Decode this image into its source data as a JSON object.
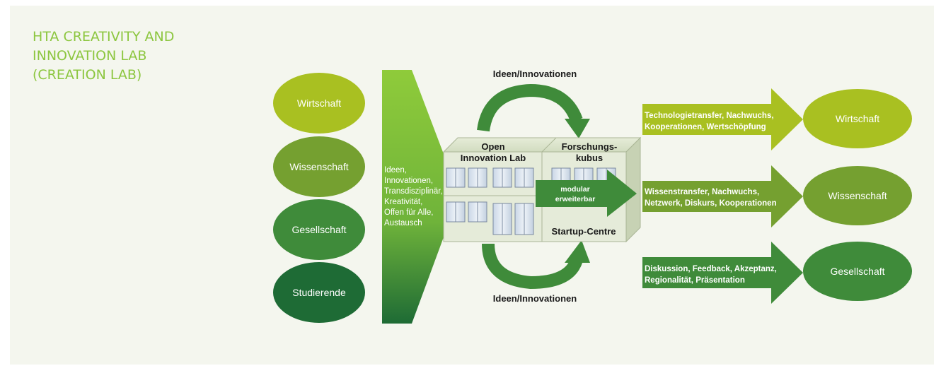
{
  "title_lines": [
    "HTA CREATIVITY AND",
    "INNOVATION LAB",
    "(CREATION LAB)"
  ],
  "left_groups": [
    "Wirtschaft",
    "Wissenschaft",
    "Gesellschaft",
    "Studierende"
  ],
  "funnel_text": [
    "Ideen,",
    "Innovationen,",
    "Transdisziplinär,",
    "Kreativität,",
    "Offen für Alle,",
    "Austausch"
  ],
  "top_cycle_label": "Ideen/Innovationen",
  "bottom_cycle_label": "Ideen/Innovationen",
  "building": {
    "open_lab_lines": [
      "Open",
      "Innovation Lab"
    ],
    "forschung_lines": [
      "Forschungs-",
      "kubus"
    ],
    "modular_lines": [
      "modular",
      "erweiterbar"
    ],
    "startup_label": "Startup-Centre"
  },
  "outputs": [
    {
      "lines": [
        "Technologietransfer, Nachwuchs,",
        "Kooperationen, Wertschöpfung"
      ],
      "target": "Wirtschaft"
    },
    {
      "lines": [
        "Wissenstransfer, Nachwuchs,",
        "Netzwerk, Diskurs, Kooperationen"
      ],
      "target": "Wissenschaft"
    },
    {
      "lines": [
        "Diskussion, Feedback, Akzeptanz,",
        "Regionalität, Präsentation"
      ],
      "target": "Gesellschaft"
    }
  ],
  "colors": {
    "light_green": "#a9c021",
    "mid_green": "#75a030",
    "dark_green": "#3f8b3a",
    "darkest_green": "#1e6b35",
    "title_green": "#8cc63f",
    "background": "#f4f6ee"
  }
}
